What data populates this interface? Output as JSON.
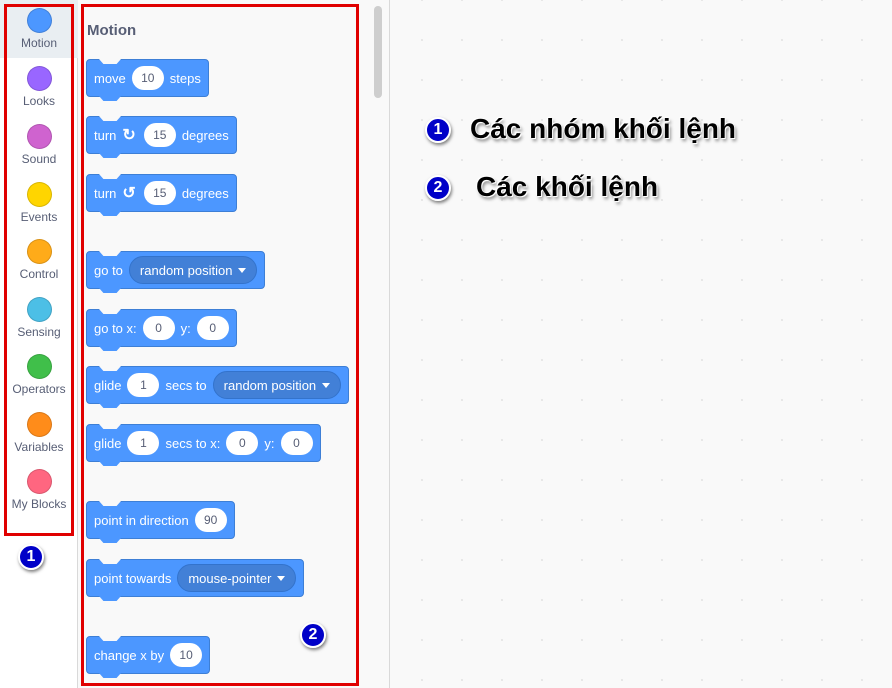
{
  "categories": [
    {
      "label": "Motion",
      "color": "#4c97ff",
      "active": true
    },
    {
      "label": "Looks",
      "color": "#9966ff"
    },
    {
      "label": "Sound",
      "color": "#cf63cf"
    },
    {
      "label": "Events",
      "color": "#ffbf00"
    },
    {
      "label": "Control",
      "color": "#ffab19"
    },
    {
      "label": "Sensing",
      "color": "#5cb1d6"
    },
    {
      "label": "Operators",
      "color": "#59c059"
    },
    {
      "label": "Variables",
      "color": "#ff8c1a"
    },
    {
      "label": "My Blocks",
      "color": "#ff6680"
    }
  ],
  "palette": {
    "title": "Motion",
    "blocks": [
      {
        "parts": [
          "move",
          "10",
          "steps"
        ]
      },
      {
        "parts": [
          "turn",
          "↻",
          "15",
          "degrees"
        ]
      },
      {
        "parts": [
          "turn",
          "↺",
          "15",
          "degrees"
        ]
      },
      {
        "parts": [
          "go to",
          "random position"
        ]
      },
      {
        "parts": [
          "go to x:",
          "0",
          "y:",
          "0"
        ]
      },
      {
        "parts": [
          "glide",
          "1",
          "secs to",
          "random position"
        ]
      },
      {
        "parts": [
          "glide",
          "1",
          "secs to x:",
          "0",
          "y:",
          "0"
        ]
      },
      {
        "parts": [
          "point in direction",
          "90"
        ]
      },
      {
        "parts": [
          "point towards",
          "mouse-pointer"
        ]
      },
      {
        "parts": [
          "change x by",
          "10"
        ]
      }
    ]
  },
  "annotations": {
    "badge1": "1",
    "badge2": "2",
    "legend": [
      {
        "num": "1",
        "text": "Các nhóm khối lệnh"
      },
      {
        "num": "2",
        "text": "Các khối lệnh"
      }
    ],
    "color": "#e00000"
  }
}
